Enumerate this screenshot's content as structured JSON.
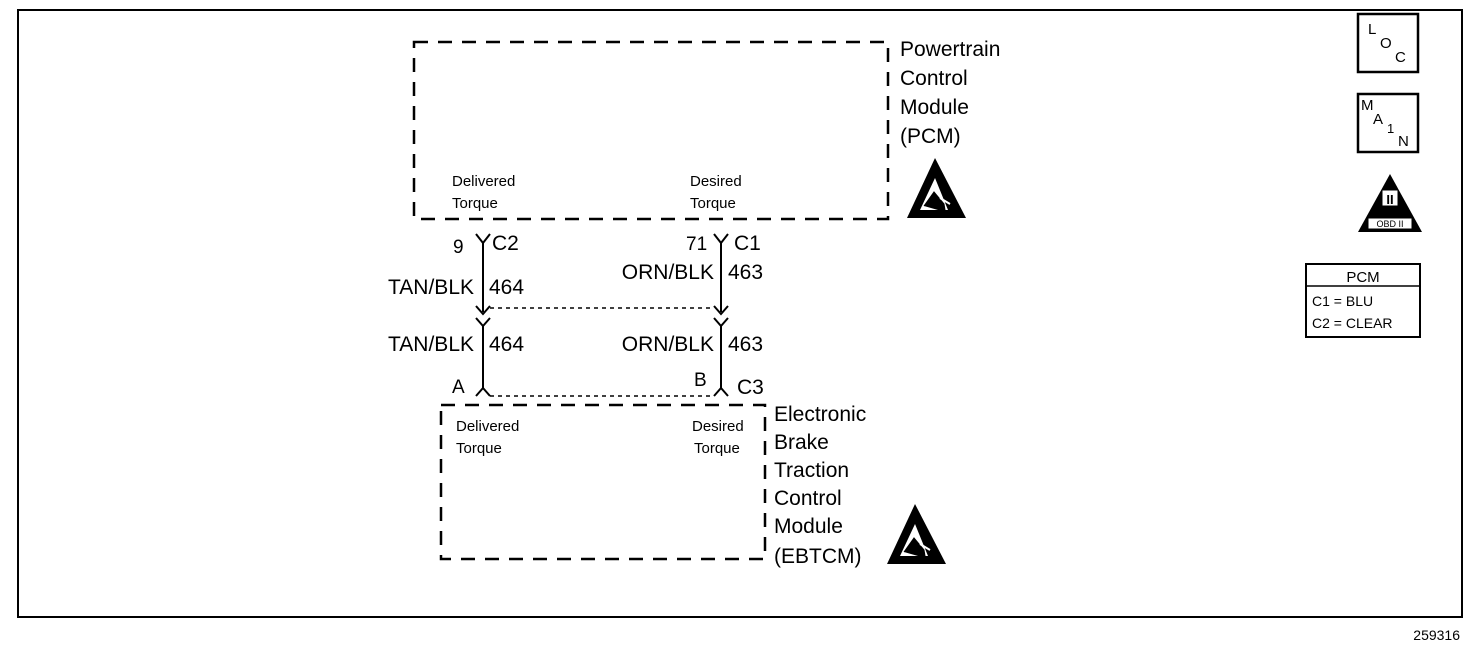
{
  "pcm": {
    "lines": [
      "Powertrain",
      "Control",
      "Module",
      "(PCM)"
    ]
  },
  "ebtcm": {
    "lines": [
      "Electronic",
      "Brake",
      "Traction",
      "Control",
      "Module",
      "(EBTCM)"
    ]
  },
  "pcm_pins": {
    "delivered": [
      "Delivered",
      "Torque"
    ],
    "desired": [
      "Desired",
      "Torque"
    ]
  },
  "ebtcm_pins": {
    "delivered": [
      "Delivered",
      "Torque"
    ],
    "desired": [
      "Desired",
      "Torque"
    ]
  },
  "connectors": {
    "pin_9": "9",
    "c2": "C2",
    "pin_71": "71",
    "c1": "C1",
    "pin_a": "A",
    "pin_b": "B",
    "c3": "C3"
  },
  "wires": [
    {
      "color": "TAN/BLK",
      "circuit": "464"
    },
    {
      "color": "ORN/BLK",
      "circuit": "463"
    }
  ],
  "icons": {
    "loc": {
      "l": "L",
      "o": "O",
      "c": "C"
    },
    "main": {
      "m": "M",
      "a": "A",
      "one": "1",
      "n": "N"
    },
    "obd": {
      "numeral": "II",
      "label": "OBD II"
    }
  },
  "pcm_connector_legend": {
    "title": "PCM",
    "rows": [
      "C1 = BLU",
      "C2 = CLEAR"
    ]
  },
  "figure_number": "259316"
}
